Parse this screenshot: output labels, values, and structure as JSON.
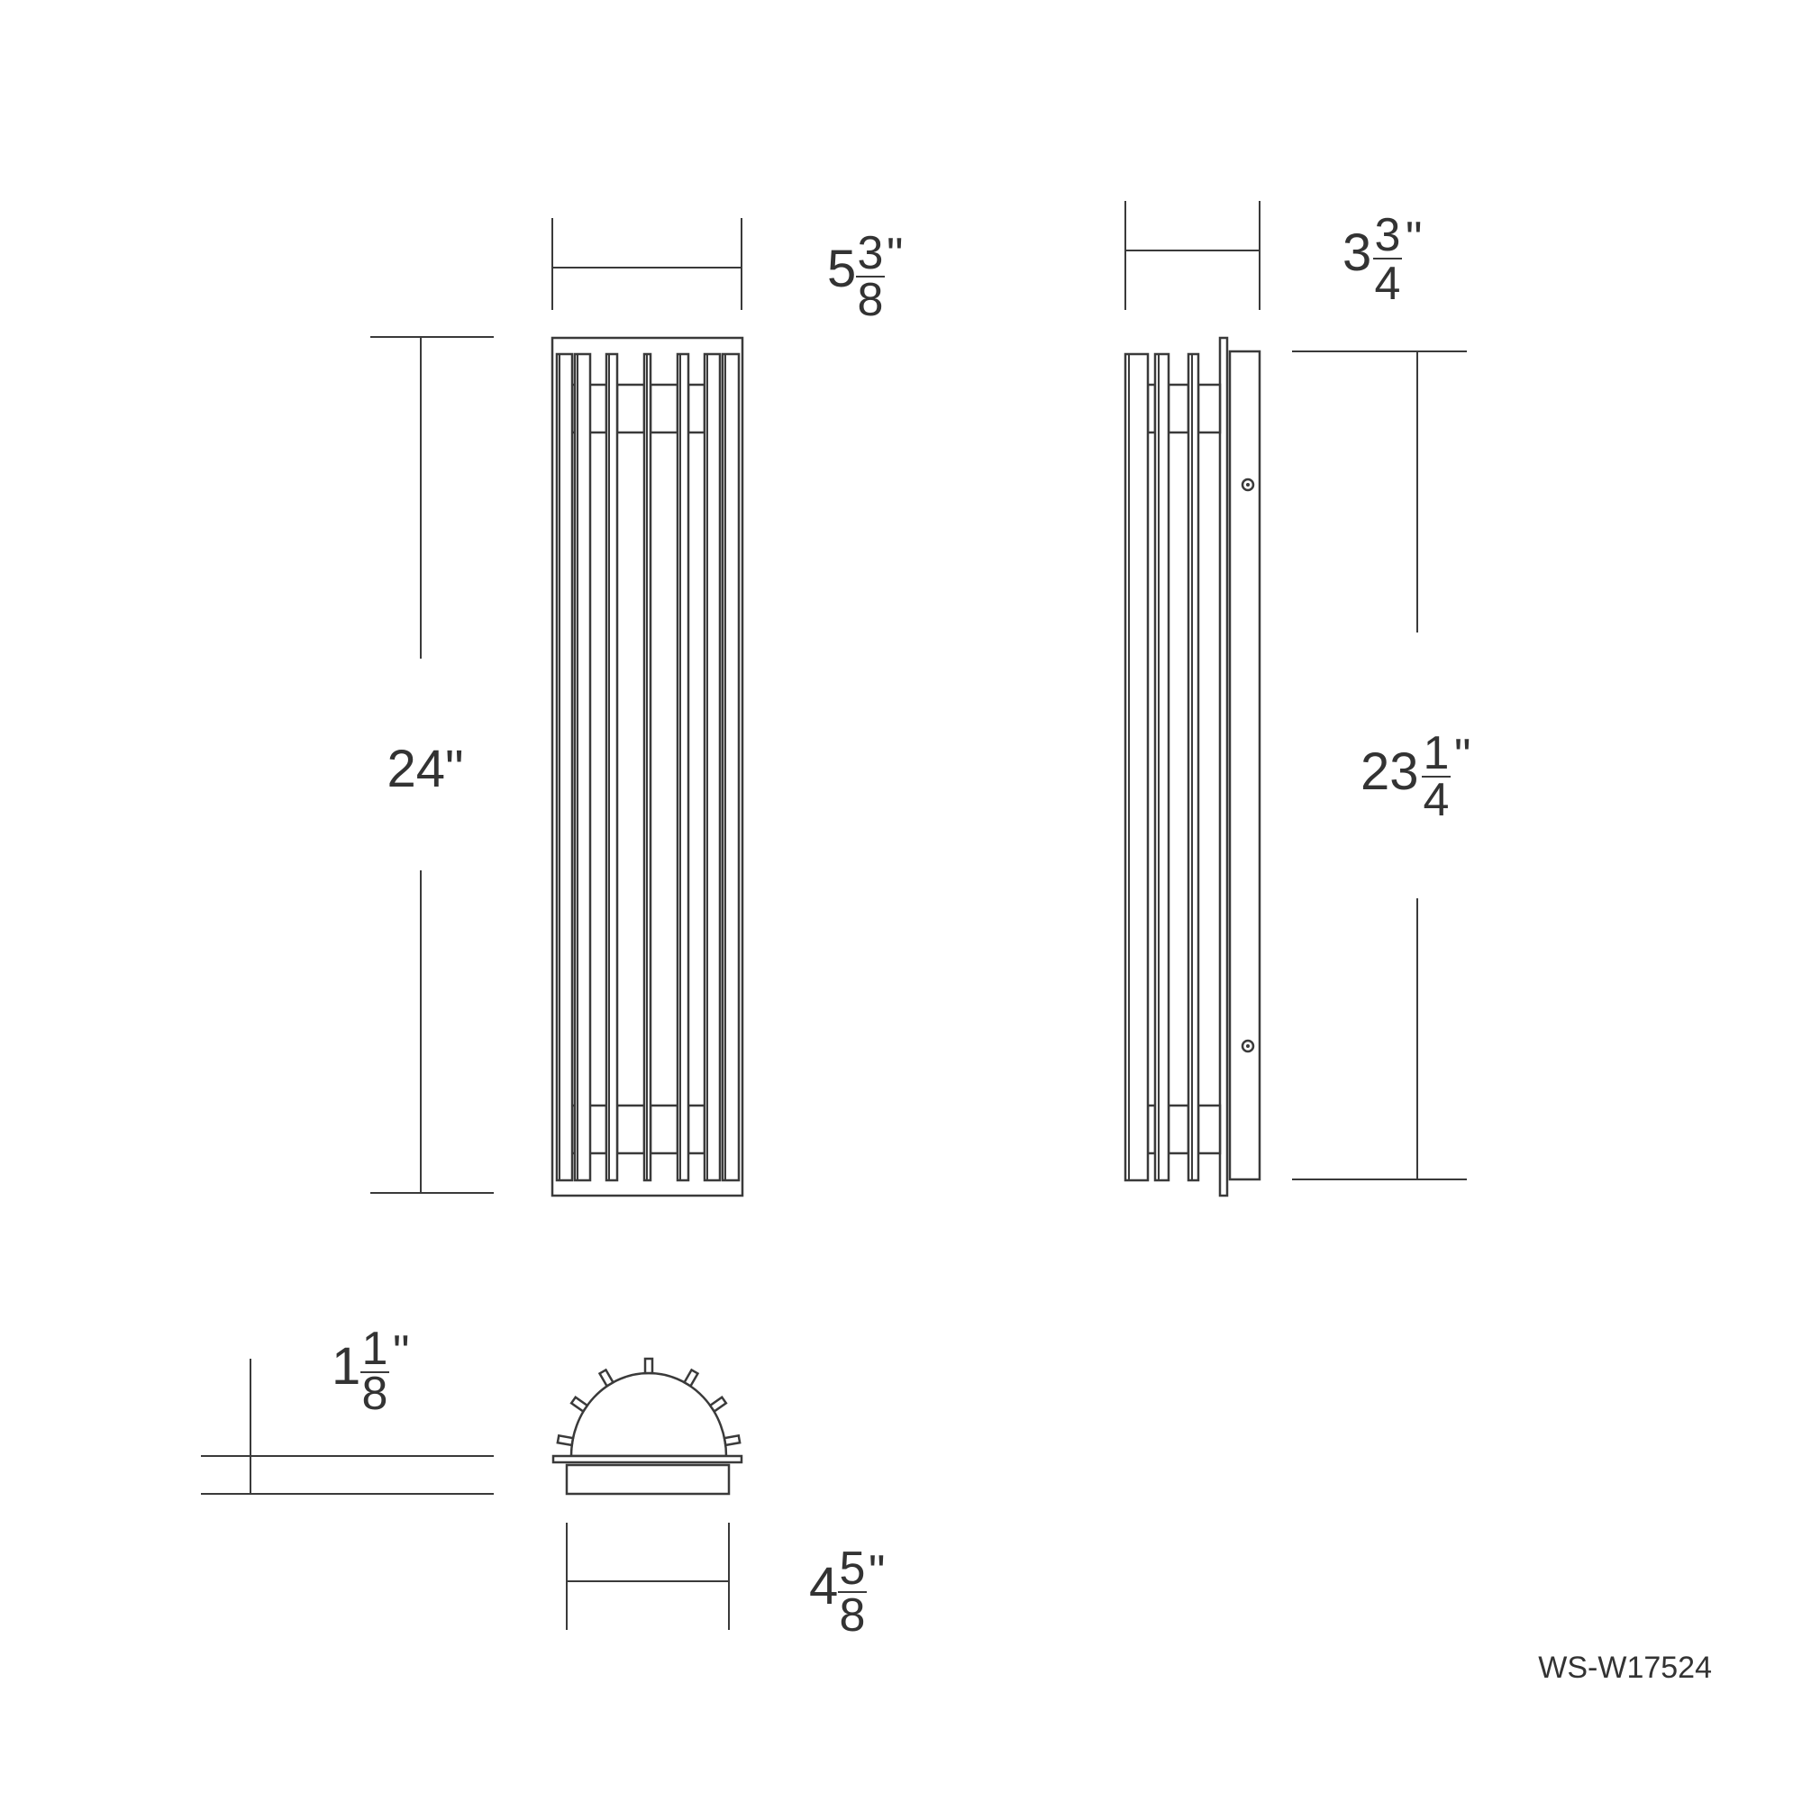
{
  "drawing": {
    "model_number": "WS-W17524",
    "line_color": "#3a3a3a",
    "text_color": "#333333",
    "dimensions": {
      "front_width": {
        "whole": "5",
        "numerator": "3",
        "denominator": "8",
        "unit": "\""
      },
      "front_height": {
        "text": "24\""
      },
      "side_depth": {
        "whole": "3",
        "numerator": "3",
        "denominator": "4",
        "unit": "\""
      },
      "side_height": {
        "whole": "23",
        "numerator": "1",
        "denominator": "4",
        "unit": "\""
      },
      "backplate_depth": {
        "whole": "1",
        "numerator": "1",
        "denominator": "8",
        "unit": "\""
      },
      "backplate_width": {
        "whole": "4",
        "numerator": "5",
        "denominator": "8",
        "unit": "\""
      }
    }
  }
}
